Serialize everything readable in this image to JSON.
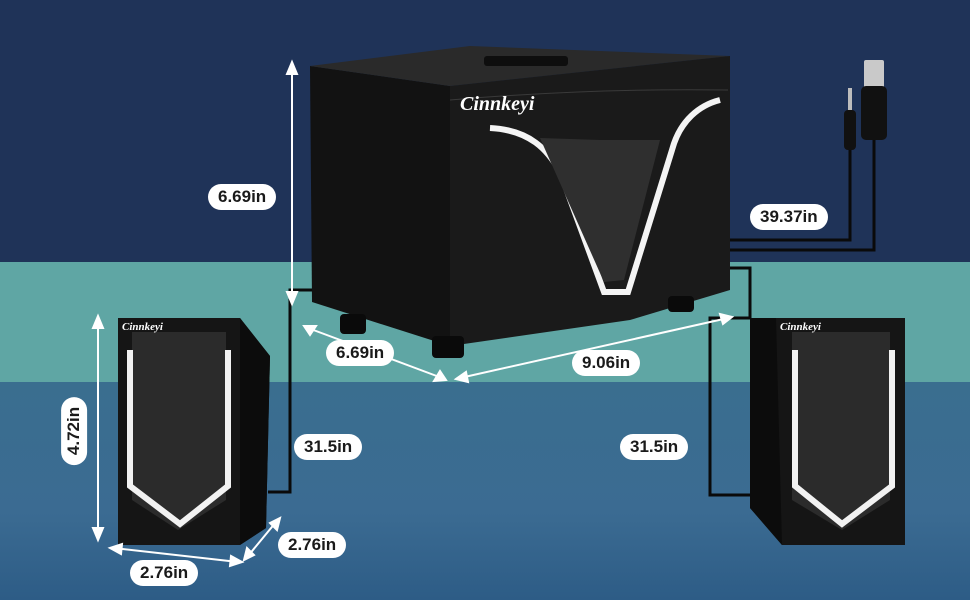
{
  "product": {
    "brand_logo": "Cinnkeyi",
    "colors": {
      "background_top": "#1f3358",
      "background_band": "#5fa6a4",
      "background_bottom": "#3a6e8f",
      "speaker_body": "#1a1a1a",
      "accent_light": "#ffffff"
    }
  },
  "dimensions": {
    "subwoofer_height": "6.69in",
    "subwoofer_depth": "6.69in",
    "subwoofer_width": "9.06in",
    "cable_length_usb": "39.37in",
    "left_speaker_cable": "31.5in",
    "right_speaker_cable": "31.5in",
    "satellite_height": "4.72in",
    "satellite_depth": "2.76in",
    "satellite_width": "2.76in"
  }
}
